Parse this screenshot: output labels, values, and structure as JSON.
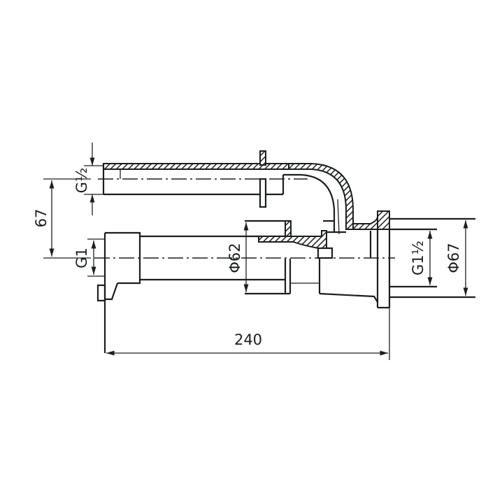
{
  "title": "Pipe fitting technical drawing",
  "dimensions": {
    "top_thread": "G½",
    "center_distance": "67",
    "bottom_thread": "G1",
    "diameter_left": "Φ62",
    "right_thread": "G1½",
    "diameter_right": "Φ67",
    "overall_length": "240"
  },
  "colors": {
    "line": "#1a1f1c",
    "background": "#ffffff"
  }
}
